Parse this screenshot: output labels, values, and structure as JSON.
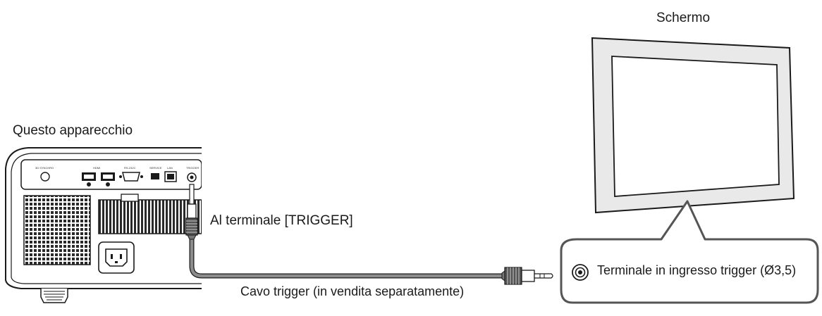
{
  "labels": {
    "device": "Questo apparecchio",
    "screen": "Schermo",
    "trigger_terminal": "Al terminale [TRIGGER]",
    "trigger_cable": "Cavo trigger (in vendita separatamente)",
    "screen_input": "Terminale in ingresso trigger (Ø3,5)"
  },
  "panel_labels": {
    "port_a": "3D SYNCHRO",
    "port_b": "HDMI",
    "port_c": "RS-232C",
    "port_d": "SERVICE",
    "port_e": "LAN",
    "port_f": "TRIGGER"
  },
  "colors": {
    "line": "#1a1a1a",
    "cable": "#8c8c8c",
    "screen_fill": "#e9e9e9",
    "callout_stroke": "#555555"
  }
}
